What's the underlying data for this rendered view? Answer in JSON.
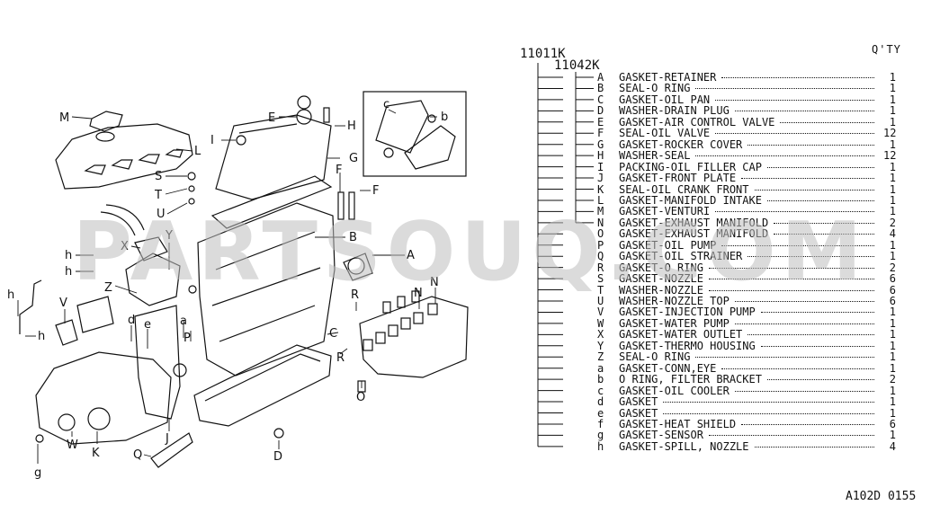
{
  "header": {
    "qty_label": "Q'TY",
    "main_code": "11011K",
    "sub_code": "11042K"
  },
  "parts": [
    {
      "letter": "A",
      "desc": "GASKET-RETAINER",
      "qty": "1"
    },
    {
      "letter": "B",
      "desc": "SEAL-O RING",
      "qty": "1"
    },
    {
      "letter": "C",
      "desc": "GASKET-OIL PAN",
      "qty": "1"
    },
    {
      "letter": "D",
      "desc": "WASHER-DRAIN PLUG",
      "qty": "1"
    },
    {
      "letter": "E",
      "desc": "GASKET-AIR CONTROL VALVE",
      "qty": "1"
    },
    {
      "letter": "F",
      "desc": "SEAL-OIL VALVE",
      "qty": "12"
    },
    {
      "letter": "G",
      "desc": "GASKET-ROCKER COVER",
      "qty": "1"
    },
    {
      "letter": "H",
      "desc": "WASHER-SEAL",
      "qty": "12"
    },
    {
      "letter": "I",
      "desc": "PACKING-OIL FILLER CAP",
      "qty": "1"
    },
    {
      "letter": "J",
      "desc": "GASKET-FRONT PLATE",
      "qty": "1"
    },
    {
      "letter": "K",
      "desc": "SEAL-OIL CRANK FRONT",
      "qty": "1"
    },
    {
      "letter": "L",
      "desc": "GASKET-MANIFOLD INTAKE",
      "qty": "1"
    },
    {
      "letter": "M",
      "desc": "GASKET-VENTURI",
      "qty": "1"
    },
    {
      "letter": "N",
      "desc": "GASKET-EXHAUST MANIFOLD",
      "qty": "2"
    },
    {
      "letter": "O",
      "desc": "GASKET-EXHAUST MANIFOLD",
      "qty": "4"
    },
    {
      "letter": "P",
      "desc": "GASKET-OIL PUMP",
      "qty": "1"
    },
    {
      "letter": "Q",
      "desc": "GASKET-OIL STRAINER",
      "qty": "1"
    },
    {
      "letter": "R",
      "desc": "GASKET-O RING",
      "qty": "2"
    },
    {
      "letter": "S",
      "desc": "GASKET-NOZZLE",
      "qty": "6"
    },
    {
      "letter": "T",
      "desc": "WASHER-NOZZLE",
      "qty": "6"
    },
    {
      "letter": "U",
      "desc": "WASHER-NOZZLE TOP",
      "qty": "6"
    },
    {
      "letter": "V",
      "desc": "GASKET-INJECTION PUMP",
      "qty": "1"
    },
    {
      "letter": "W",
      "desc": "GASKET-WATER PUMP",
      "qty": "1"
    },
    {
      "letter": "X",
      "desc": "GASKET-WATER OUTLET",
      "qty": "1"
    },
    {
      "letter": "Y",
      "desc": "GASKET-THERMO HOUSING",
      "qty": "1"
    },
    {
      "letter": "Z",
      "desc": "SEAL-O RING",
      "qty": "1"
    },
    {
      "letter": "a",
      "desc": "GASKET-CONN,EYE",
      "qty": "1"
    },
    {
      "letter": "b",
      "desc": "O RING, FILTER BRACKET",
      "qty": "2"
    },
    {
      "letter": "c",
      "desc": "GASKET-OIL COOLER",
      "qty": "1"
    },
    {
      "letter": "d",
      "desc": "GASKET",
      "qty": "1"
    },
    {
      "letter": "e",
      "desc": "GASKET",
      "qty": "1"
    },
    {
      "letter": "f",
      "desc": "GASKET-HEAT SHIELD",
      "qty": "6"
    },
    {
      "letter": "g",
      "desc": "GASKET-SENSOR",
      "qty": "1"
    },
    {
      "letter": "h",
      "desc": "GASKET-SPILL, NOZZLE",
      "qty": "4"
    }
  ],
  "callouts": {
    "M": "M",
    "L": "L",
    "E": "E",
    "H": "H",
    "I": "I",
    "G": "G",
    "S": "S",
    "T": "T",
    "U": "U",
    "F1": "F",
    "F2": "F",
    "B": "B",
    "A": "A",
    "X": "X",
    "Y": "Y",
    "h1": "h",
    "h2": "h",
    "h3": "h",
    "h4": "h",
    "V": "V",
    "Z": "Z",
    "d": "d",
    "e": "e",
    "a": "a",
    "P": "P",
    "R1": "R",
    "R2": "R",
    "O": "O",
    "N": "N",
    "C": "C",
    "W": "W",
    "K": "K",
    "J": "J",
    "Q": "Q",
    "D": "D",
    "g": "g",
    "c": "c",
    "b": "b"
  },
  "footer": {
    "code": "A102D 0155"
  },
  "watermark": {
    "text": "PARTSOUQ.COM"
  }
}
